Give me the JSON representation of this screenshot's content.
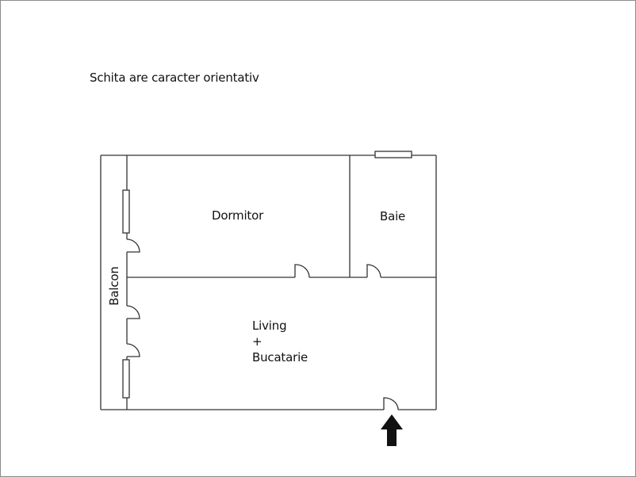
{
  "note": "Schita are caracter orientativ",
  "rooms": {
    "dormitor": "Dormitor",
    "baie": "Baie",
    "balcon": "Balcon",
    "living_line1": "Living",
    "living_line2": "+",
    "living_line3": "Bucatarie"
  },
  "icons": {
    "entrance": "entrance-arrow-up"
  },
  "colors": {
    "wall": "#333333",
    "frame": "#8a8a8a",
    "arrow": "#111111"
  }
}
